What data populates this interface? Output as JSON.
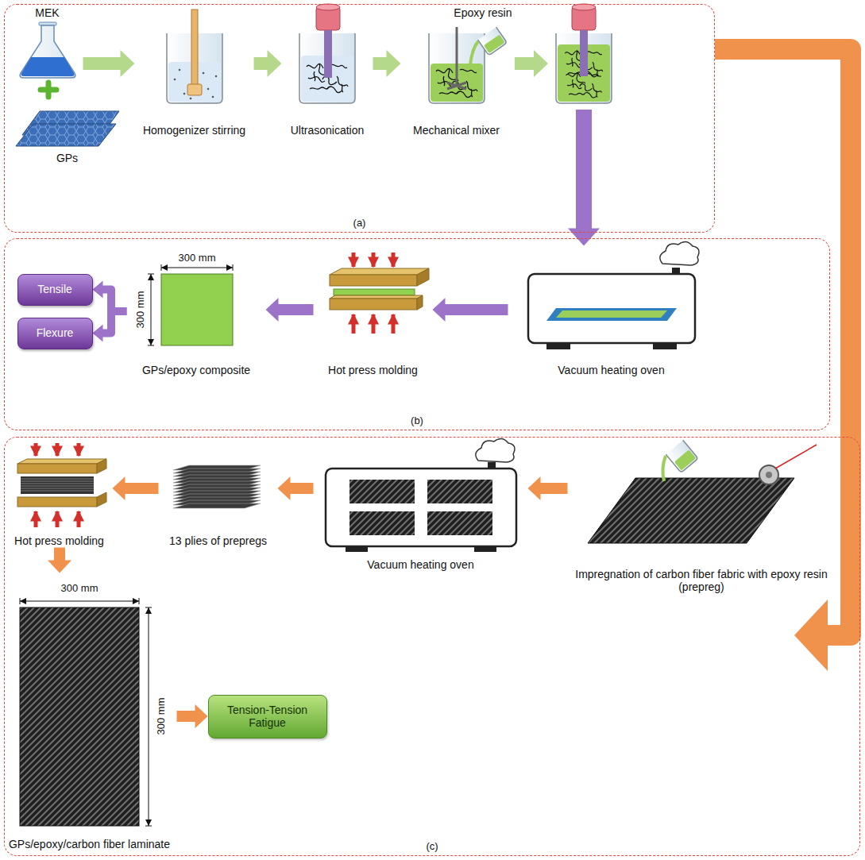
{
  "diagram": {
    "nodes": [
      {
        "text": [
          "(a)"
        ]
      },
      {
        "text": [
          "MEK"
        ],
        "in": 0
      },
      {
        "text": [
          "GPs"
        ],
        "in": 0
      },
      {
        "text": [
          "Homogenizer stirring"
        ],
        "in": 0
      },
      {
        "text": [
          "Ultrasonication"
        ],
        "in": 0
      },
      {
        "text": [
          "Epoxy resin",
          "Mechanical mixer"
        ],
        "in": 0
      },
      {
        "text": [
          "(b)"
        ]
      },
      {
        "text": [
          "Tensile"
        ],
        "in": 6
      },
      {
        "text": [
          "Flexure"
        ],
        "in": 6
      },
      {
        "text": [
          "GPs/epoxy composite"
        ],
        "in": 6
      },
      {
        "text": [
          "Hot press molding"
        ],
        "in": 6
      },
      {
        "text": [
          "Vacuum heating oven"
        ],
        "in": 6
      },
      {
        "text": [
          "(c)"
        ]
      },
      {
        "text": [
          "Hot press molding"
        ],
        "in": 12
      },
      {
        "text": [
          "13 plies of prepregs"
        ],
        "in": 12
      },
      {
        "text": [
          "Vacuum heating oven"
        ],
        "in": 12
      },
      {
        "text": [
          "Impregnation of carbon fiber fabric with epoxy resin (prepreg)"
        ],
        "in": 12
      },
      {
        "text": [
          "GPs/epoxy/carbon fiber laminate"
        ],
        "in": 12
      },
      {
        "text": [
          "Tension-Tension Fatigue"
        ],
        "in": 12
      }
    ],
    "edges": [
      {
        "from": 1,
        "to": 3,
        "arrow": "to"
      },
      {
        "from": 3,
        "to": 4,
        "arrow": "to"
      },
      {
        "from": 4,
        "to": 5,
        "arrow": "to"
      },
      {
        "from": 0,
        "to": 11,
        "arrow": "to"
      },
      {
        "from": 11,
        "to": 10,
        "arrow": "to"
      },
      {
        "from": 10,
        "to": 9,
        "arrow": "to"
      },
      {
        "from": 9,
        "to": 7,
        "arrow": "to"
      },
      {
        "from": 9,
        "to": 8,
        "arrow": "to"
      },
      {
        "from": 0,
        "to": 12,
        "arrow": "to"
      },
      {
        "from": 16,
        "to": 15,
        "arrow": "to"
      },
      {
        "from": 15,
        "to": 14,
        "arrow": "to"
      },
      {
        "from": 14,
        "to": 13,
        "arrow": "to"
      },
      {
        "from": 13,
        "to": 17,
        "arrow": "to"
      },
      {
        "from": 17,
        "to": 18,
        "arrow": "to"
      }
    ],
    "labels": [
      "300 mm",
      "300 mm",
      "300 mm",
      "300 mm"
    ]
  }
}
